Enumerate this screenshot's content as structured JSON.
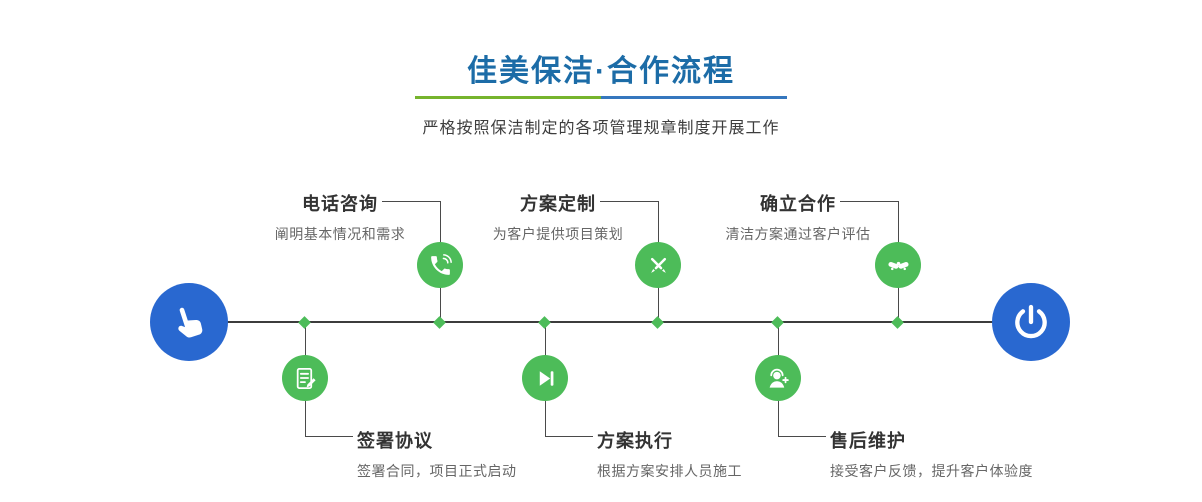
{
  "header": {
    "title": "佳美保洁·合作流程",
    "subtitle": "严格按照保洁制定的各项管理规章制度开展工作"
  },
  "colors": {
    "title_blue": "#1c6ca7",
    "node_blue": "#2968d0",
    "node_green": "#4dbc59",
    "divider_green": "#76b42d",
    "divider_blue": "#3577be",
    "line_dark": "#3c3c3c"
  },
  "timeline": {
    "start_icon": "hand-pointer-icon",
    "end_icon": "power-icon",
    "steps_top": [
      {
        "title": "电话咨询",
        "desc": "阐明基本情况和需求",
        "icon": "phone-icon"
      },
      {
        "title": "方案定制",
        "desc": "为客户提供项目策划",
        "icon": "pencil-cross-icon"
      },
      {
        "title": "确立合作",
        "desc": "清洁方案通过客户评估",
        "icon": "handshake-icon"
      }
    ],
    "steps_bottom": [
      {
        "title": "签署协议",
        "desc": "签署合同，项目正式启动",
        "icon": "contract-icon"
      },
      {
        "title": "方案执行",
        "desc": "根据方案安排人员施工",
        "icon": "play-icon"
      },
      {
        "title": "售后维护",
        "desc": "接受客户反馈，提升客户体验度",
        "icon": "headset-icon"
      }
    ]
  }
}
